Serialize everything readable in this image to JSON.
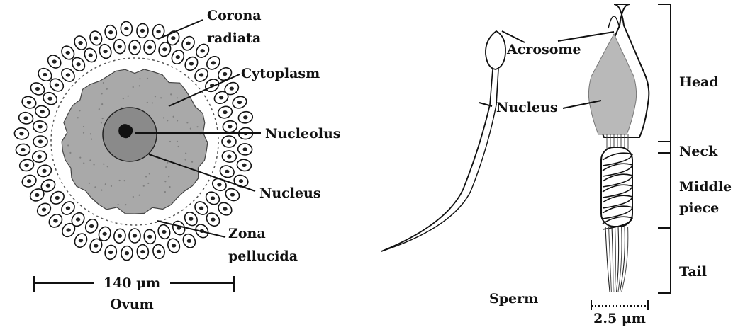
{
  "ovum": {
    "labels": {
      "corona_line1": "Corona",
      "corona_line2": "radiata",
      "cytoplasm": "Cytoplasm",
      "nucleolus": "Nucleolus",
      "nucleus": "Nucleus",
      "zona_line1": "Zona",
      "zona_line2": "pellucida"
    },
    "scale_text": "140 μm",
    "caption": "Ovum"
  },
  "sperm": {
    "labels": {
      "acrosome": "Acrosome",
      "nucleus": "Nucleus",
      "head": "Head",
      "neck": "Neck",
      "middle_line1": "Middle",
      "middle_line2": "piece",
      "tail": "Tail"
    },
    "caption": "Sperm",
    "scale_text": "2.5 μm"
  },
  "colors": {
    "ink": "#111111",
    "cytoplasm": "#a9a9a9",
    "nucleus": "#8a8a8a",
    "nucleolus": "#111111",
    "sperm_nucleus": "#b9b9b9",
    "zona": "#ffffff"
  }
}
